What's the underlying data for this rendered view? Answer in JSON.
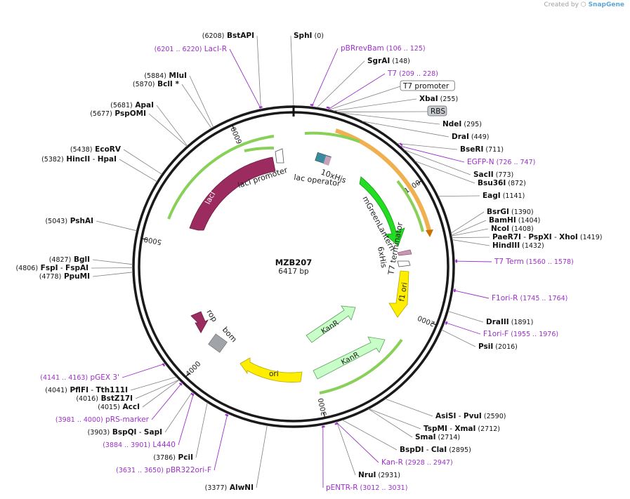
{
  "credit": {
    "prefix": "Created by",
    "brand": "SnapGene"
  },
  "plasmid": {
    "name": "MZB207",
    "length": 6417,
    "length_label": "6417 bp"
  },
  "scale_ticks": [
    "1000",
    "2000",
    "3000",
    "4000",
    "5000",
    "6000"
  ],
  "sites": [
    {
      "id": "sphi",
      "name": "SphI",
      "pos": 0,
      "pos_label": "(0)",
      "kind": "enzyme"
    },
    {
      "id": "pbrrevbam",
      "name": "pBRrevBam",
      "pos": 115,
      "pos_label": "(106 .. 125)",
      "kind": "primer"
    },
    {
      "id": "sgrai",
      "name": "SgrAI",
      "pos": 148,
      "pos_label": "(148)",
      "kind": "enzyme"
    },
    {
      "id": "t7",
      "name": "T7",
      "pos": 218,
      "pos_label": "(209 .. 228)",
      "kind": "primer"
    },
    {
      "id": "t7prom",
      "name": "T7 promoter",
      "pos": 225,
      "pos_label": "",
      "kind": "boxed"
    },
    {
      "id": "xbai",
      "name": "XbaI",
      "pos": 255,
      "pos_label": "(255)",
      "kind": "enzyme"
    },
    {
      "id": "rbs",
      "name": "RBS",
      "pos": 280,
      "pos_label": "",
      "kind": "grey-box"
    },
    {
      "id": "ndei",
      "name": "NdeI",
      "pos": 295,
      "pos_label": "(295)",
      "kind": "enzyme"
    },
    {
      "id": "drai",
      "name": "DraI",
      "pos": 449,
      "pos_label": "(449)",
      "kind": "enzyme"
    },
    {
      "id": "bseri",
      "name": "BseRI",
      "pos": 711,
      "pos_label": "(711)",
      "kind": "enzyme"
    },
    {
      "id": "egfpn",
      "name": "EGFP-N",
      "pos": 736,
      "pos_label": "(726 .. 747)",
      "kind": "primer"
    },
    {
      "id": "sacii",
      "name": "SacII",
      "pos": 773,
      "pos_label": "(773)",
      "kind": "enzyme"
    },
    {
      "id": "bsu36i",
      "name": "Bsu36I",
      "pos": 872,
      "pos_label": "(872)",
      "kind": "enzyme"
    },
    {
      "id": "eagi",
      "name": "EagI",
      "pos": 1141,
      "pos_label": "(1141)",
      "kind": "enzyme"
    },
    {
      "id": "bsrgi",
      "name": "BsrGI",
      "pos": 1390,
      "pos_label": "(1390)",
      "kind": "enzyme"
    },
    {
      "id": "bamhi",
      "name": "BamHI",
      "pos": 1404,
      "pos_label": "(1404)",
      "kind": "enzyme"
    },
    {
      "id": "ncoi",
      "name": "NcoI",
      "pos": 1408,
      "pos_label": "(1408)",
      "kind": "enzyme"
    },
    {
      "id": "paer7i",
      "name": "PaeR7I",
      "name2": "PspXI",
      "name3": "XhoI",
      "pos": 1419,
      "pos_label": "(1419)",
      "kind": "enzyme"
    },
    {
      "id": "hindiii",
      "name": "HindIII",
      "pos": 1432,
      "pos_label": "(1432)",
      "kind": "enzyme"
    },
    {
      "id": "t7term",
      "name": "T7 Term",
      "pos": 1569,
      "pos_label": "(1560 .. 1578)",
      "kind": "primer"
    },
    {
      "id": "f1orir",
      "name": "F1ori-R",
      "pos": 1754,
      "pos_label": "(1745 .. 1764)",
      "kind": "primer"
    },
    {
      "id": "draiii",
      "name": "DraIII",
      "pos": 1891,
      "pos_label": "(1891)",
      "kind": "enzyme"
    },
    {
      "id": "f1orif",
      "name": "F1ori-F",
      "pos": 1965,
      "pos_label": "(1955 .. 1976)",
      "kind": "primer"
    },
    {
      "id": "psii",
      "name": "PsiI",
      "pos": 2016,
      "pos_label": "(2016)",
      "kind": "enzyme"
    },
    {
      "id": "asisi",
      "name": "AsiSI",
      "name2": "PvuI",
      "pos": 2590,
      "pos_label": "(2590)",
      "kind": "enzyme"
    },
    {
      "id": "tspmi",
      "name": "TspMI",
      "name2": "XmaI",
      "pos": 2712,
      "pos_label": "(2712)",
      "kind": "enzyme"
    },
    {
      "id": "smai",
      "name": "SmaI",
      "pos": 2714,
      "pos_label": "(2714)",
      "kind": "enzyme"
    },
    {
      "id": "bspdi",
      "name": "BspDI",
      "name2": "ClaI",
      "pos": 2895,
      "pos_label": "(2895)",
      "kind": "enzyme"
    },
    {
      "id": "kanr",
      "name": "Kan-R",
      "pos": 2937,
      "pos_label": "(2928 .. 2947)",
      "kind": "primer"
    },
    {
      "id": "nrui",
      "name": "NruI",
      "pos": 2931,
      "pos_label": "(2931)",
      "kind": "enzyme"
    },
    {
      "id": "pentrr",
      "name": "pENTR-R",
      "pos": 3021,
      "pos_label": "(3012 .. 3031)",
      "kind": "primer"
    },
    {
      "id": "alwni",
      "name": "AlwNI",
      "pos": 3377,
      "pos_label": "(3377)",
      "kind": "enzyme"
    },
    {
      "id": "pbr322",
      "name": "pBR322ori-F",
      "pos": 3640,
      "pos_label": "(3631 .. 3650)",
      "kind": "primer"
    },
    {
      "id": "pcii",
      "name": "PciI",
      "pos": 3786,
      "pos_label": "(3786)",
      "kind": "enzyme"
    },
    {
      "id": "l4440",
      "name": "L4440",
      "pos": 3892,
      "pos_label": "(3884 .. 3901)",
      "kind": "primer"
    },
    {
      "id": "bspqi",
      "name": "BspQI",
      "name2": "SapI",
      "pos": 3903,
      "pos_label": "(3903)",
      "kind": "enzyme"
    },
    {
      "id": "prsmarker",
      "name": "pRS-marker",
      "pos": 3990,
      "pos_label": "(3981 .. 4000)",
      "kind": "primer"
    },
    {
      "id": "acci",
      "name": "AccI",
      "pos": 4015,
      "pos_label": "(4015)",
      "kind": "enzyme"
    },
    {
      "id": "bstz17i",
      "name": "BstZ17I",
      "pos": 4016,
      "pos_label": "(4016)",
      "kind": "enzyme"
    },
    {
      "id": "pflfi",
      "name": "PflFI",
      "name2": "Tth111I",
      "pos": 4041,
      "pos_label": "(4041)",
      "kind": "enzyme"
    },
    {
      "id": "pgex3",
      "name": "pGEX 3'",
      "pos": 4152,
      "pos_label": "(4141 .. 4163)",
      "kind": "primer"
    },
    {
      "id": "ppumi",
      "name": "PpuMI",
      "pos": 4778,
      "pos_label": "(4778)",
      "kind": "enzyme"
    },
    {
      "id": "fspi",
      "name": "FspI",
      "name2": "FspAI",
      "pos": 4806,
      "pos_label": "(4806)",
      "kind": "enzyme"
    },
    {
      "id": "bgli",
      "name": "BglI",
      "pos": 4827,
      "pos_label": "(4827)",
      "kind": "enzyme"
    },
    {
      "id": "pshai",
      "name": "PshAI",
      "pos": 5043,
      "pos_label": "(5043)",
      "kind": "enzyme"
    },
    {
      "id": "hincii",
      "name": "HincII",
      "name2": "HpaI",
      "pos": 5382,
      "pos_label": "(5382)",
      "kind": "enzyme"
    },
    {
      "id": "ecorv",
      "name": "EcoRV",
      "pos": 5438,
      "pos_label": "(5438)",
      "kind": "enzyme"
    },
    {
      "id": "pspomi",
      "name": "PspOMI",
      "pos": 5677,
      "pos_label": "(5677)",
      "kind": "enzyme"
    },
    {
      "id": "apai",
      "name": "ApaI",
      "pos": 5681,
      "pos_label": "(5681)",
      "kind": "enzyme"
    },
    {
      "id": "bcli",
      "name": "BclI *",
      "pos": 5870,
      "pos_label": "(5870)",
      "kind": "enzyme"
    },
    {
      "id": "mlui",
      "name": "MluI",
      "pos": 5884,
      "pos_label": "(5884)",
      "kind": "enzyme"
    },
    {
      "id": "lacir",
      "name": "LacI-R",
      "pos": 6210,
      "pos_label": "(6201 .. 6220)",
      "kind": "primer"
    },
    {
      "id": "bstapi",
      "name": "BstAPI",
      "pos": 6208,
      "pos_label": "(6208)",
      "kind": "enzyme"
    }
  ],
  "features": [
    {
      "id": "laci",
      "name": "lacI",
      "color": "#9c2c60"
    },
    {
      "id": "laci-promoter",
      "name": "lacI promoter",
      "color": "#ffffff"
    },
    {
      "id": "lac-operator",
      "name": "lac operator",
      "color": "#3a8aa0"
    },
    {
      "id": "10xhis",
      "name": "10xHis",
      "color": "#c8a0b8"
    },
    {
      "id": "mgreen",
      "name": "mGreenLantern",
      "color": "#22dd22"
    },
    {
      "id": "6xhis",
      "name": "6xHis",
      "color": "#c898b0"
    },
    {
      "id": "t7-terminator",
      "name": "T7 terminator",
      "color": "#ffffff"
    },
    {
      "id": "f1ori",
      "name": "f1 ori",
      "color": "#ffee00"
    },
    {
      "id": "kanr1",
      "name": "KanR",
      "color": "#c8ffc8"
    },
    {
      "id": "kanr2",
      "name": "KanR",
      "color": "#c8ffc8"
    },
    {
      "id": "ori",
      "name": "ori",
      "color": "#ffee00"
    },
    {
      "id": "rop",
      "name": "rop",
      "color": "#9c2c60"
    },
    {
      "id": "bom",
      "name": "bom",
      "color": "#a0a4a8"
    }
  ]
}
